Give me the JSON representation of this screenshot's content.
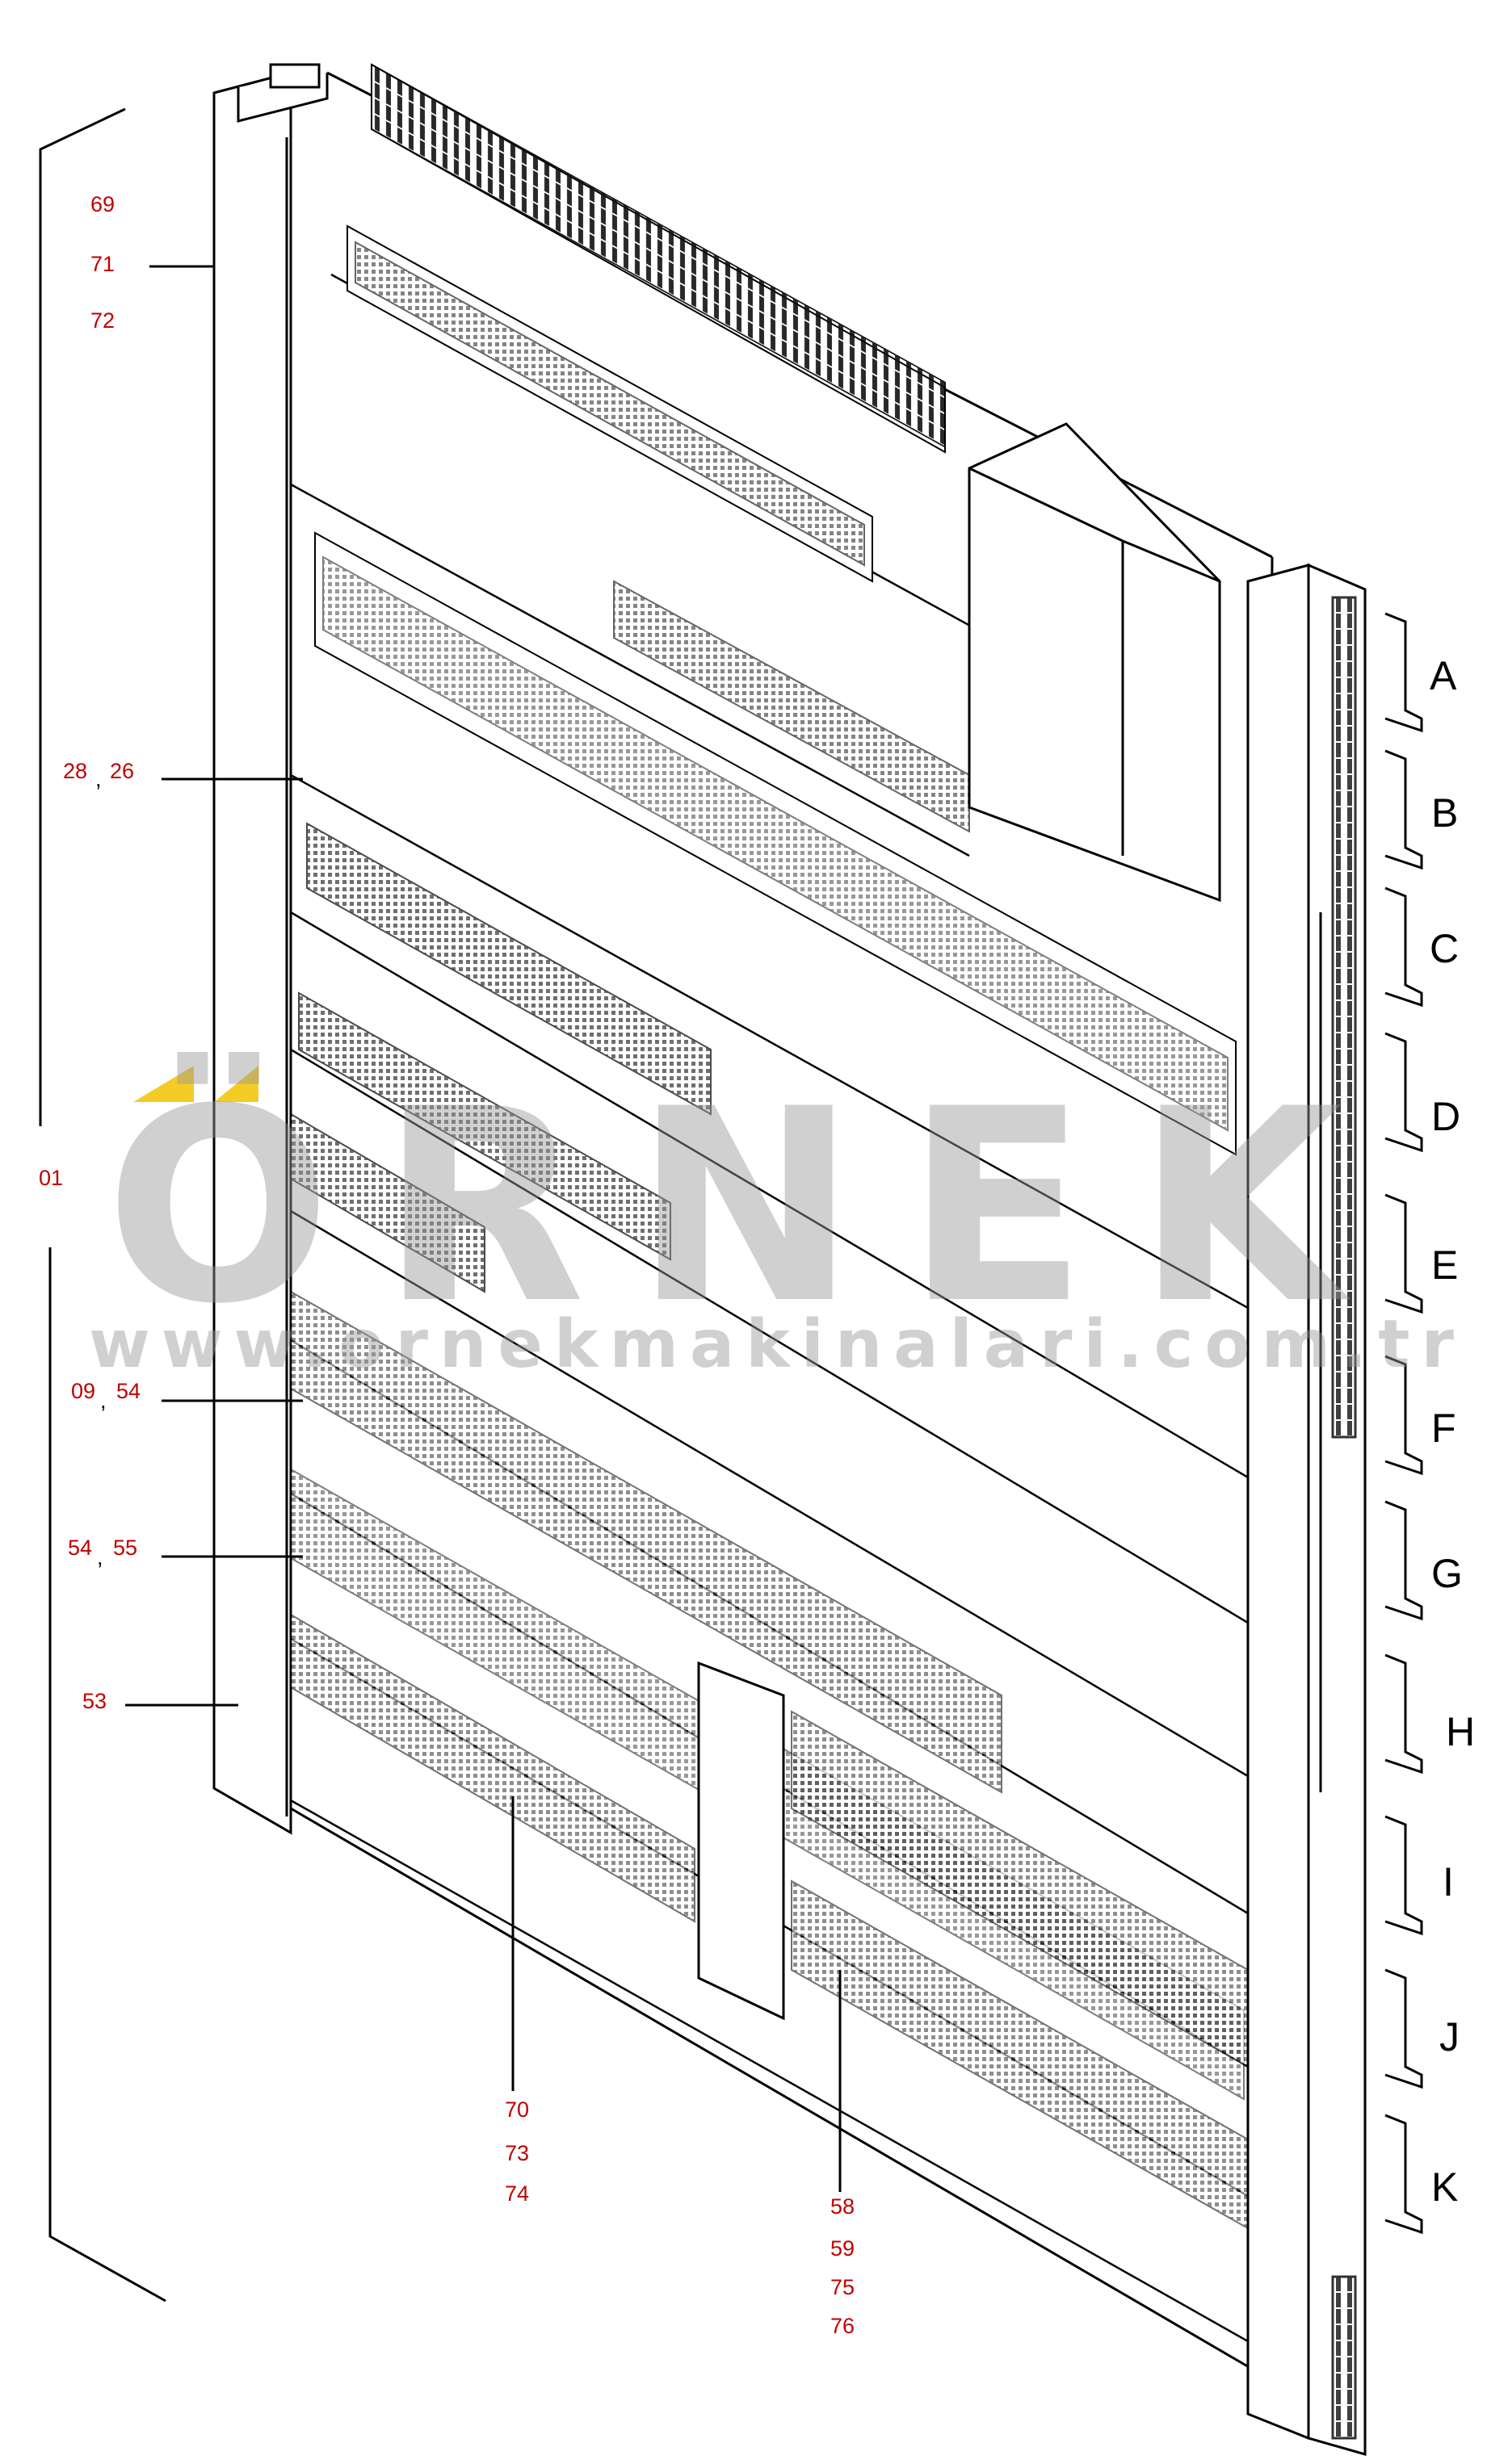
{
  "callouts": {
    "c69": "69",
    "c71": "71",
    "c72": "72",
    "c28": "28",
    "c26": "26",
    "c01": "01",
    "c09": "09",
    "c54a": "54",
    "c54b": "54",
    "c55": "55",
    "c53": "53",
    "c70": "70",
    "c73": "73",
    "c74": "74",
    "c58": "58",
    "c59": "59",
    "c75": "75",
    "c76": "76",
    "comma": ","
  },
  "row_labels": [
    "A",
    "B",
    "C",
    "D",
    "E",
    "F",
    "G",
    "H",
    "I",
    "J",
    "K"
  ],
  "watermark": {
    "brand": "ÖRNEK",
    "url": "www.ornekmakinalari.com.tr"
  },
  "colors": {
    "callout": "#c00000",
    "line": "#000000",
    "watermark": "#969696",
    "watermark_accent": "#f3c200"
  }
}
